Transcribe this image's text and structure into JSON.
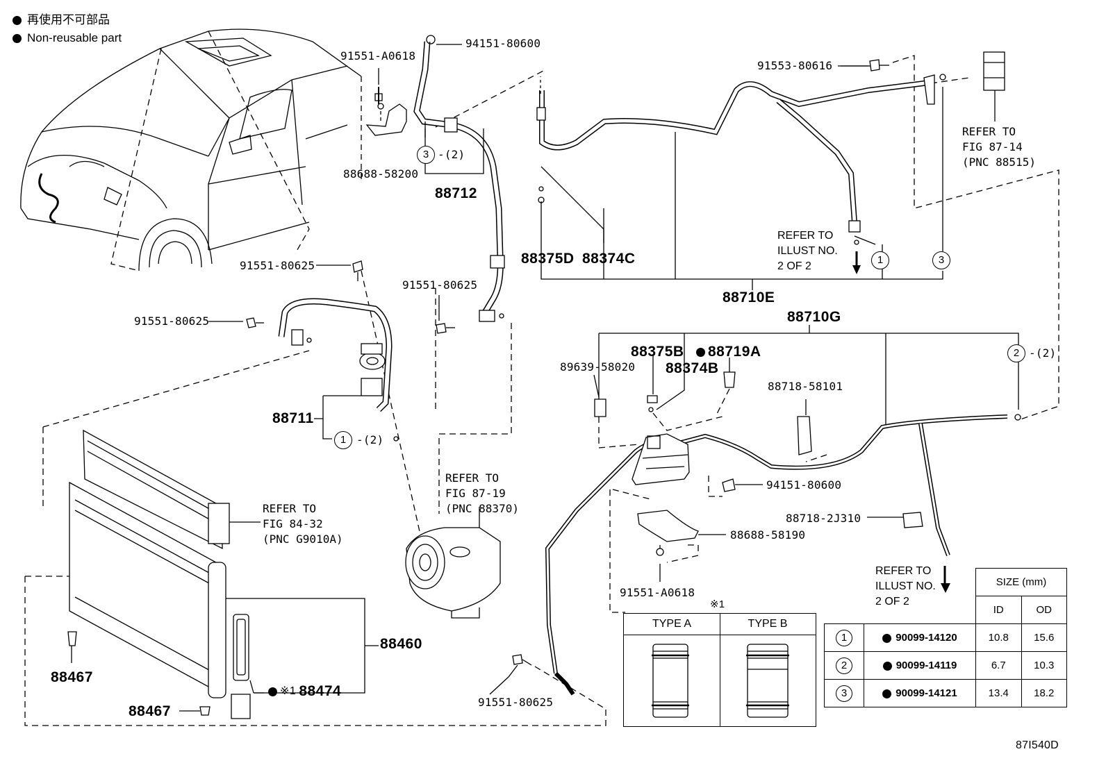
{
  "legend": {
    "reuse_note_ja": "再使用不可部品",
    "reuse_note_en": "Non-reusable part"
  },
  "labels": {
    "p94151_80600_top": "94151-80600",
    "p91551_A0618_top": "91551-A0618",
    "p88688_58200": "88688-58200",
    "p88712": "88712",
    "p91553_80616": "91553-80616",
    "p91551_80625_a": "91551-80625",
    "p91551_80625_b": "91551-80625",
    "p91551_80625_c": "91551-80625",
    "p91551_80625_d": "91551-80625",
    "p88375D": "88375D",
    "p88374C": "88374C",
    "p88710E": "88710E",
    "p88710G": "88710G",
    "p88375B": "88375B",
    "p88719A": "88719A",
    "p88374B": "88374B",
    "p89639_58020": "89639-58020",
    "p88718_58101": "88718-58101",
    "p88711": "88711",
    "p94151_80600_mid": "94151-80600",
    "p88718_2J310": "88718-2J310",
    "p88688_58190": "88688-58190",
    "p91551_A0618_bot": "91551-A0618",
    "p88460": "88460",
    "p88467_a": "88467",
    "p88467_b": "88467",
    "p88474": "88474",
    "ref_mark_1": "※1",
    "qty_3": "-(2)",
    "qty_1": "-(2)",
    "qty_2": "-(2)",
    "circle_1": "1",
    "circle_2": "2",
    "circle_3": "3",
    "figure_id": "87I540D"
  },
  "refer_notes": {
    "fig87_14": "REFER TO\nFIG 87-14\n(PNC 88515)",
    "fig87_19": "REFER TO\nFIG 87-19\n(PNC 88370)",
    "fig84_32": "REFER TO\nFIG 84-32\n(PNC G9010A)",
    "illust_top": "REFER TO\nILLUST NO.\n2 OF 2",
    "illust_bottom": "REFER TO\nILLUST NO.\n2 OF 2"
  },
  "type_table": {
    "mark": "※1",
    "type_a": "TYPE A",
    "type_b": "TYPE B"
  },
  "size_table": {
    "size_header": "SIZE (mm)",
    "id_header": "ID",
    "od_header": "OD",
    "rows": [
      {
        "no": "1",
        "part": "90099-14120",
        "id": "10.8",
        "od": "15.6"
      },
      {
        "no": "2",
        "part": "90099-14119",
        "id": "6.7",
        "od": "10.3"
      },
      {
        "no": "3",
        "part": "90099-14121",
        "id": "13.4",
        "od": "18.2"
      }
    ]
  }
}
